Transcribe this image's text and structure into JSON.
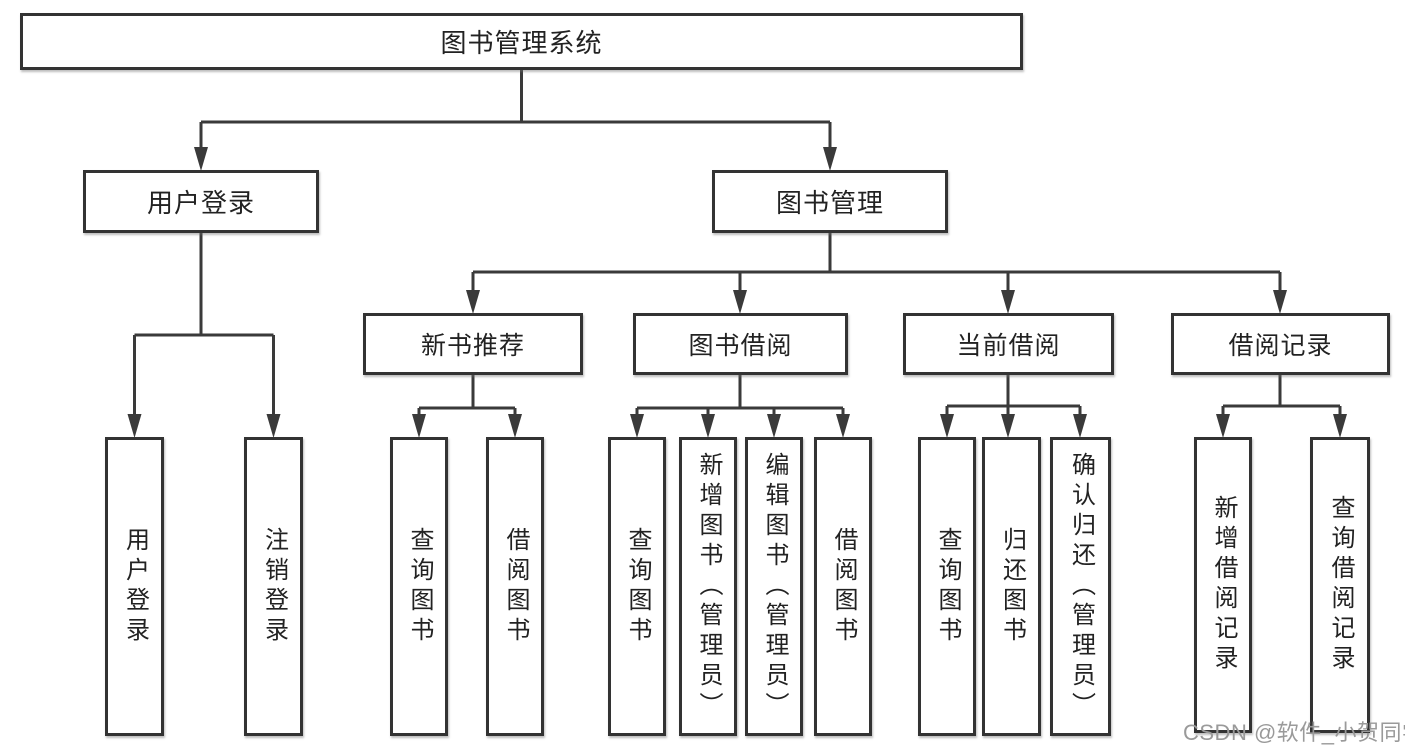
{
  "diagram": {
    "title": "图书管理系统",
    "watermark": "CSDN @软件_小贺同学"
  },
  "nodes": {
    "root": {
      "label": "图书管理系统"
    },
    "level2": [
      {
        "label": "用户登录"
      },
      {
        "label": "图书管理"
      }
    ],
    "level3": [
      {
        "label": "新书推荐"
      },
      {
        "label": "图书借阅"
      },
      {
        "label": "当前借阅"
      },
      {
        "label": "借阅记录"
      }
    ],
    "leaves": [
      {
        "label": "用户登录"
      },
      {
        "label": "注销登录"
      },
      {
        "label": "查询图书"
      },
      {
        "label": "借阅图书"
      },
      {
        "label": "查询图书"
      },
      {
        "label": "新增图书（管理员）"
      },
      {
        "label": "编辑图书（管理员）"
      },
      {
        "label": "借阅图书"
      },
      {
        "label": "查询图书"
      },
      {
        "label": "归还图书"
      },
      {
        "label": "确认归还（管理员）"
      },
      {
        "label": "新增借阅记录"
      },
      {
        "label": "查询借阅记录"
      }
    ]
  },
  "colors": {
    "line": "#3a3a3a",
    "border": "#333333",
    "fill": "#ffffff",
    "text": "#222222",
    "watermark": "#9a9a9a"
  }
}
